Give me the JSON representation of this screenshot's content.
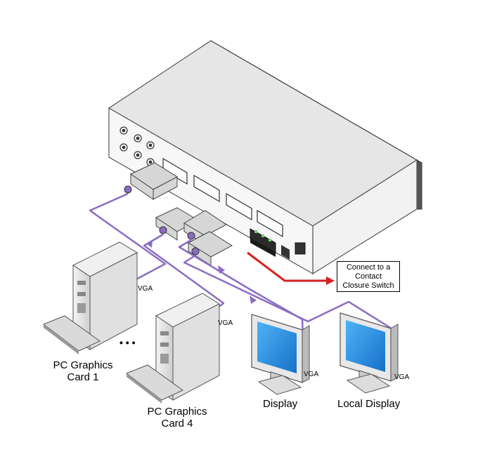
{
  "labels": {
    "pc1_line1": "PC Graphics",
    "pc1_line2": "Card 1",
    "pc4_line1": "PC Graphics",
    "pc4_line2": "Card 4",
    "ellipsis": "• • •",
    "display": "Display",
    "local_display": "Local Display",
    "vga_pc1": "VGA",
    "vga_pc4": "VGA",
    "vga_display": "VGA",
    "vga_local": "VGA"
  },
  "callout": {
    "line1": "Connect to a",
    "line2": "Contact",
    "line3": "Closure Switch"
  },
  "colors": {
    "cable": "#8b6cc4",
    "arrow": "#d81e1e",
    "screen": "#1e8fe0",
    "device_body": "#ececec",
    "device_trim": "#5a5a5a"
  }
}
